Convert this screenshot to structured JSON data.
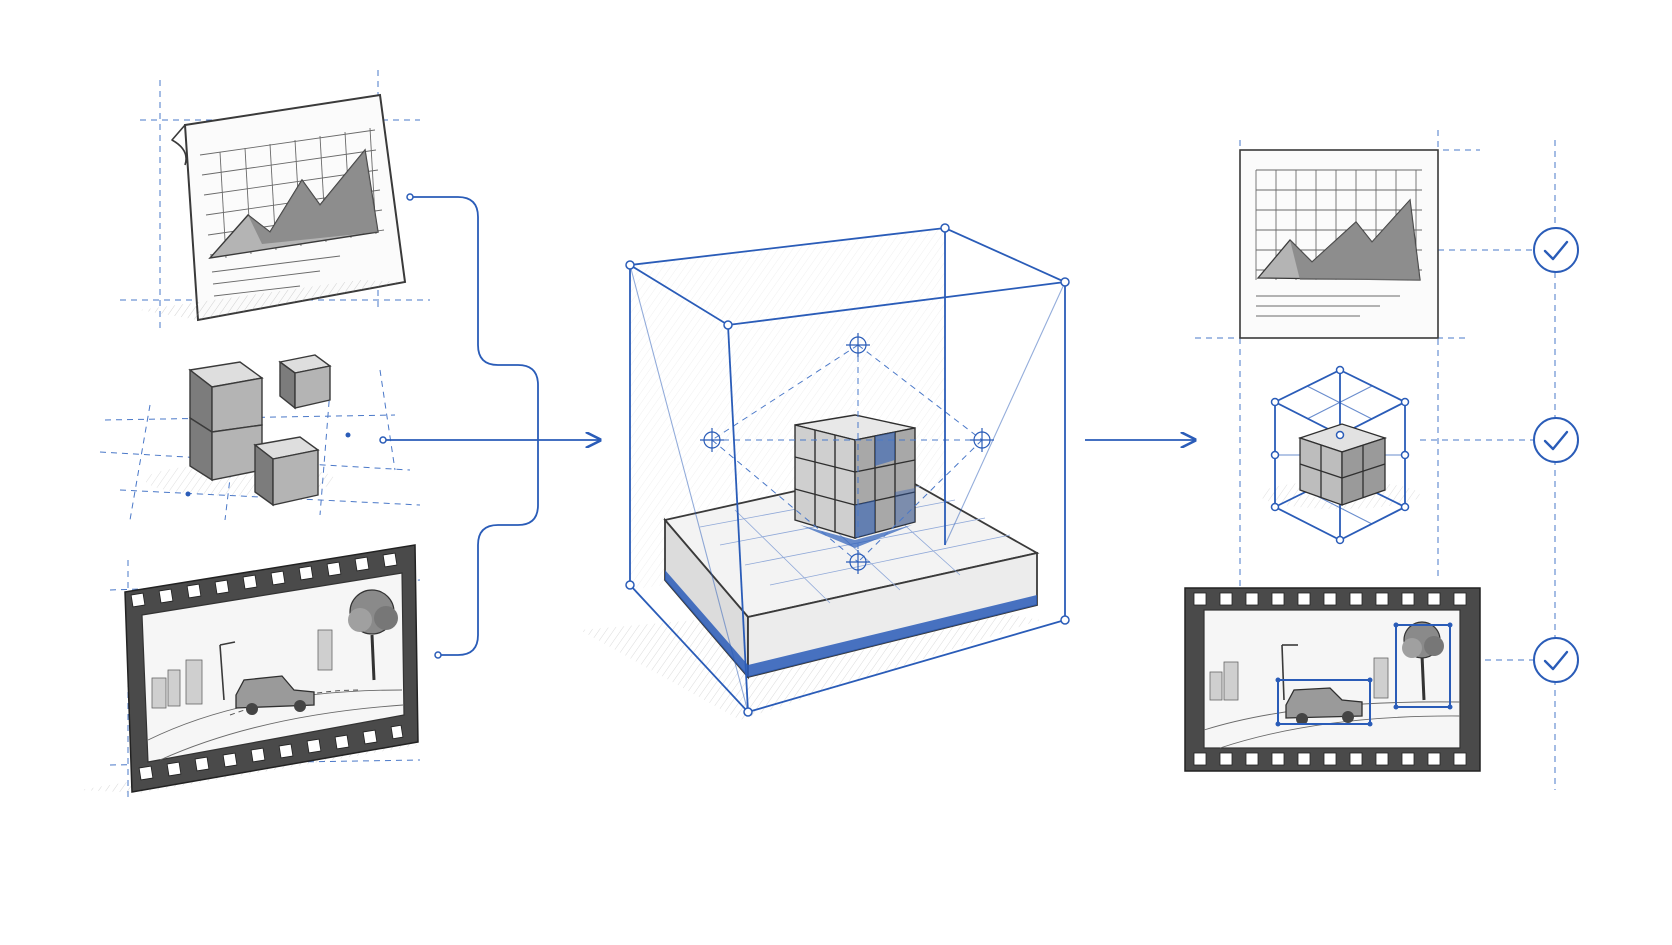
{
  "palette": {
    "accent": "#2a5cb8",
    "pencil": "#3a3a3a",
    "background": "#ffffff"
  },
  "diagram": {
    "inputs": [
      {
        "kind": "chart-document",
        "icon": "chart-document-icon"
      },
      {
        "kind": "3d-cubes",
        "icon": "cubes-icon"
      },
      {
        "kind": "video-filmstrip",
        "icon": "filmstrip-icon"
      }
    ],
    "processor": {
      "icon": "wireframe-box-with-cube-icon"
    },
    "outputs": [
      {
        "kind": "chart-document",
        "icon": "chart-document-icon",
        "status": "check-circle-icon"
      },
      {
        "kind": "3d-cube-wireframe",
        "icon": "cube-wireframe-icon",
        "status": "check-circle-icon"
      },
      {
        "kind": "video-filmstrip-detected",
        "icon": "filmstrip-icon",
        "status": "check-circle-icon"
      }
    ]
  }
}
